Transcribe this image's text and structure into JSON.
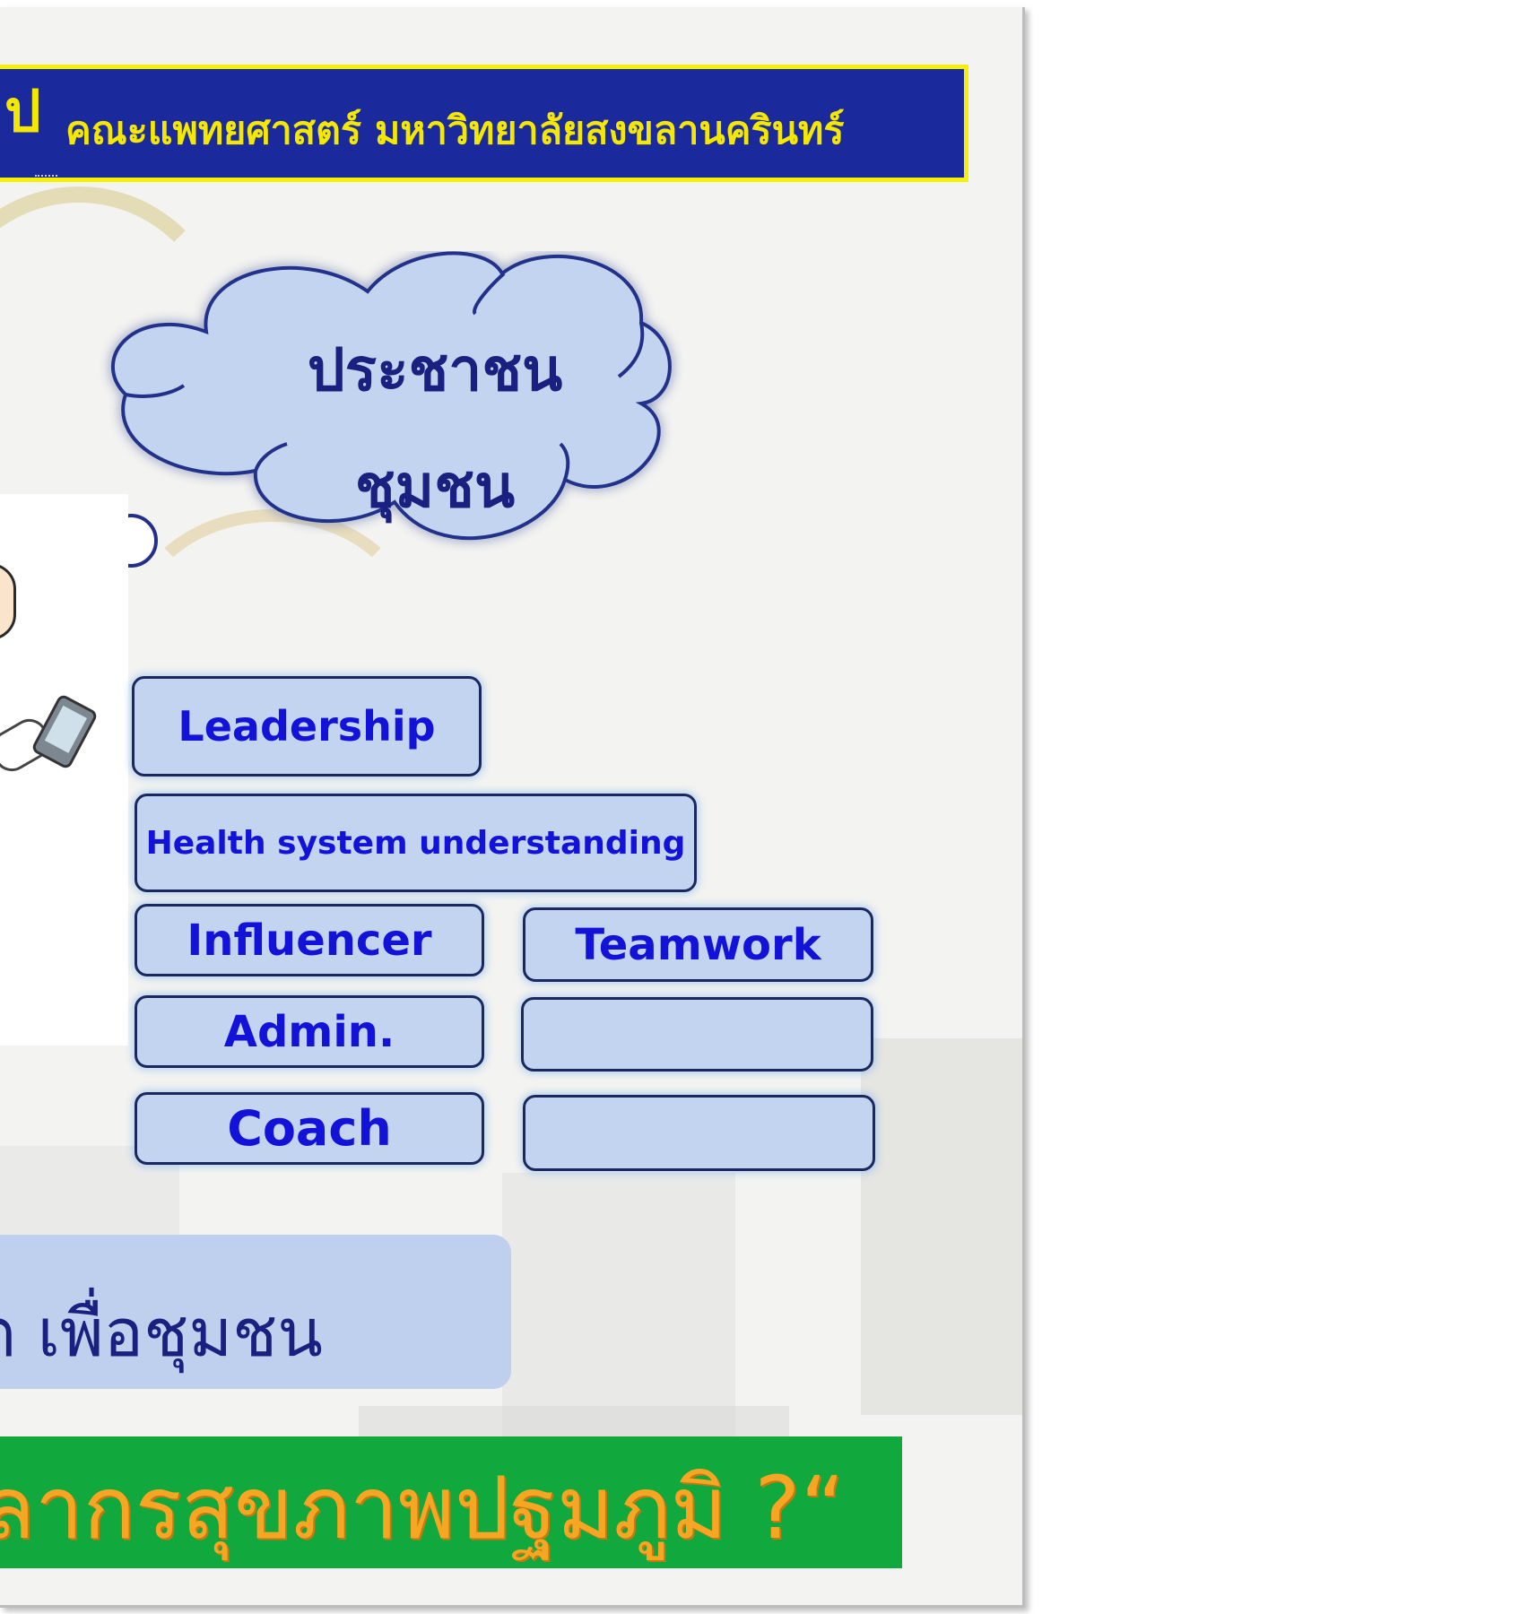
{
  "header": {
    "left_fragment": "ป",
    "title": "คณะแพทยศาสตร์  มหาวิทยาลัยสงขลานครินทร์"
  },
  "cloud": {
    "line1": "ประชาชน",
    "line2": "ชุมชน"
  },
  "competencies": {
    "leadership": "Leadership",
    "health_system": "Health system understanding",
    "influencer": "Influencer",
    "teamwork": "Teamwork",
    "admin": "Admin.",
    "coach": "Coach",
    "empty_1": "",
    "empty_2": ""
  },
  "callout": {
    "text": "ต  เพื่อชุมชน"
  },
  "bottom": {
    "text": "ลากรสุขภาพปฐมภูมิ ?“"
  },
  "colors": {
    "title_bar_bg": "#1a2a9c",
    "title_bar_border": "#f5f000",
    "box_fill": "#c3d4f0",
    "box_text": "#1212d8",
    "bottom_bar": "#11a83e",
    "bottom_text": "#f6a623"
  }
}
